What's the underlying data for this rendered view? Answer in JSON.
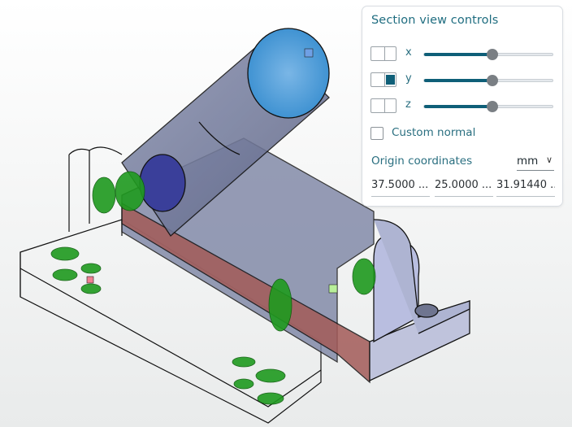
{
  "panel": {
    "title": "Section view controls",
    "axes": [
      {
        "label": "x",
        "enabled": false,
        "slider_value": 0.53
      },
      {
        "label": "y",
        "enabled": true,
        "slider_value": 0.53
      },
      {
        "label": "z",
        "enabled": false,
        "slider_value": 0.53
      }
    ],
    "custom_normal": {
      "label": "Custom normal",
      "checked": false
    },
    "origin": {
      "label": "Origin coordinates",
      "unit": "mm",
      "values": [
        "37.5000 ...",
        "25.0000 ...",
        "31.91440 ..."
      ]
    }
  },
  "colors": {
    "accent": "#0f5f78",
    "panel_text": "#2a6f80",
    "part_fill": "#7f87a6",
    "cut_face": "#a35b58",
    "constraint_marker": "#1f9a1f"
  },
  "icons": {
    "custom_normal_checkbox": "checkbox-icon",
    "unit_dropdown": "chevron-down-icon"
  }
}
